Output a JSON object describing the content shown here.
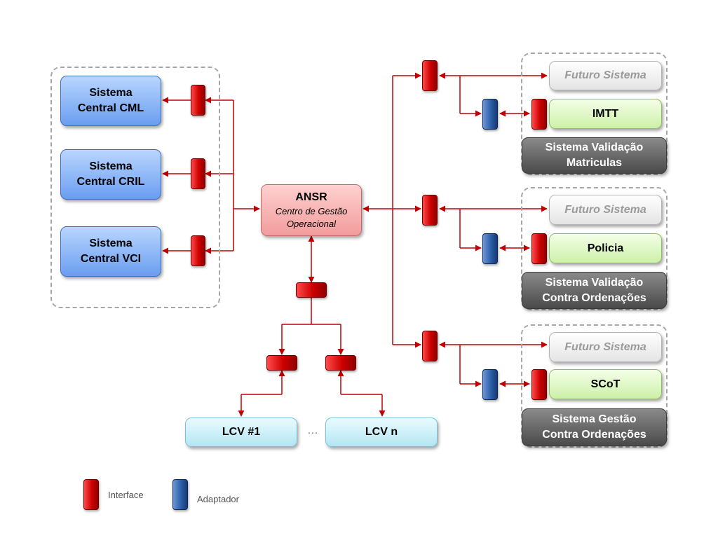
{
  "central_systems": [
    {
      "line1": "Sistema",
      "line2": "Central CML"
    },
    {
      "line1": "Sistema",
      "line2": "Central CRIL"
    },
    {
      "line1": "Sistema",
      "line2": "Central VCI"
    }
  ],
  "ansr": {
    "title": "ANSR",
    "subtitle_line1": "Centro de Gestão",
    "subtitle_line2": "Operacional"
  },
  "lcv": {
    "first": "LCV #1",
    "ellipsis": "…",
    "last": "LCV n"
  },
  "right_groups": [
    {
      "future": "Futuro Sistema",
      "system": "IMTT",
      "caption_line1": "Sistema Validação",
      "caption_line2": "Matriculas"
    },
    {
      "future": "Futuro Sistema",
      "system": "Policia",
      "caption_line1": "Sistema Validação",
      "caption_line2": "Contra Ordenações"
    },
    {
      "future": "Futuro Sistema",
      "system": "SCoT",
      "caption_line1": "Sistema Gestão",
      "caption_line2": "Contra Ordenações"
    }
  ],
  "legend": {
    "interface_label": "Interface",
    "adapter_label": "Adaptador"
  },
  "colors": {
    "connector": "#c00000",
    "interface": "#cc0000",
    "adapter": "#2c5ea8"
  }
}
